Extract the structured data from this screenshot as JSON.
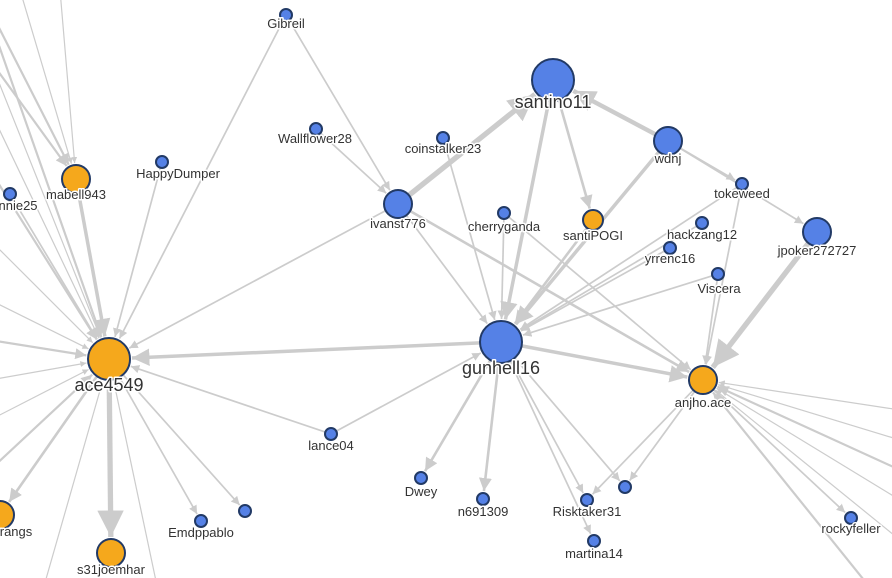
{
  "colors": {
    "blue": "#5581e6",
    "orange": "#f5a81c",
    "edge": "#cccccc",
    "stroke": "#223a66",
    "label": "#333333"
  },
  "nodes": [
    {
      "id": "gibreil",
      "label": "Gibreil",
      "group": "blue",
      "size": "small"
    },
    {
      "id": "wallflower28",
      "label": "Wallflower28",
      "group": "blue",
      "size": "small"
    },
    {
      "id": "coinstalker23",
      "label": "coinstalker23",
      "group": "blue",
      "size": "small"
    },
    {
      "id": "santino11",
      "label": "santino11",
      "group": "blue",
      "size": "large"
    },
    {
      "id": "wdnj",
      "label": "wdnj",
      "group": "blue",
      "size": "medium"
    },
    {
      "id": "tokeweed",
      "label": "tokeweed",
      "group": "blue",
      "size": "small"
    },
    {
      "id": "mabell943",
      "label": "mabell943",
      "group": "orange",
      "size": "medium"
    },
    {
      "id": "happydumper",
      "label": "HappyDumper",
      "group": "blue",
      "size": "small"
    },
    {
      "id": "nnie25",
      "label": "nnie25",
      "group": "blue",
      "size": "small"
    },
    {
      "id": "ivanst776",
      "label": "ivanst776",
      "group": "blue",
      "size": "medium"
    },
    {
      "id": "cherryganda",
      "label": "cherryganda",
      "group": "blue",
      "size": "small"
    },
    {
      "id": "santipogi",
      "label": "santiPOGI",
      "group": "orange",
      "size": "medium-small"
    },
    {
      "id": "hackzang12",
      "label": "hackzang12",
      "group": "blue",
      "size": "small"
    },
    {
      "id": "yrrenc16",
      "label": "yrrenc16",
      "group": "blue",
      "size": "small"
    },
    {
      "id": "jpoker272727",
      "label": "jpoker272727",
      "group": "blue",
      "size": "medium"
    },
    {
      "id": "viscera",
      "label": "Viscera",
      "group": "blue",
      "size": "small"
    },
    {
      "id": "ace4549",
      "label": "ace4549",
      "group": "orange",
      "size": "large"
    },
    {
      "id": "gunhell16",
      "label": "gunhell16",
      "group": "blue",
      "size": "large"
    },
    {
      "id": "anjhoace",
      "label": "anjho.ace",
      "group": "orange",
      "size": "medium"
    },
    {
      "id": "lance04",
      "label": "lance04",
      "group": "blue",
      "size": "small"
    },
    {
      "id": "dwey",
      "label": "Dwey",
      "group": "blue",
      "size": "small"
    },
    {
      "id": "n691309",
      "label": "n691309",
      "group": "blue",
      "size": "small"
    },
    {
      "id": "risktaker31",
      "label": "Risktaker31",
      "group": "blue",
      "size": "small"
    },
    {
      "id": "martina14",
      "label": "martina14",
      "group": "blue",
      "size": "small"
    },
    {
      "id": "rockyfeller",
      "label": "rockyfeller",
      "group": "blue",
      "size": "small"
    },
    {
      "id": "emdppablo",
      "label": "Emdppablo",
      "group": "blue",
      "size": "small"
    },
    {
      "id": "anon1",
      "label": "",
      "group": "blue",
      "size": "small"
    },
    {
      "id": "anon2",
      "label": "",
      "group": "blue",
      "size": "small"
    },
    {
      "id": "s31joemhar",
      "label": "s31joemhar",
      "group": "orange",
      "size": "medium"
    },
    {
      "id": "rangs",
      "label": "rangs",
      "group": "orange",
      "size": "medium"
    }
  ],
  "edges": [
    {
      "from": "santino11",
      "to": "gunhell16",
      "weight": 3
    },
    {
      "from": "ivanst776",
      "to": "santino11",
      "weight": 5
    },
    {
      "from": "wdnj",
      "to": "santino11",
      "weight": 4
    },
    {
      "from": "santino11",
      "to": "santipogi",
      "weight": 2
    },
    {
      "from": "wdnj",
      "to": "gunhell16",
      "weight": 3
    },
    {
      "from": "jpoker272727",
      "to": "anjhoace",
      "weight": 5
    },
    {
      "from": "gunhell16",
      "to": "ace4549",
      "weight": 3
    },
    {
      "from": "ivanst776",
      "to": "ace4549",
      "weight": 1
    },
    {
      "from": "ivanst776",
      "to": "gunhell16",
      "weight": 1
    },
    {
      "from": "ivanst776",
      "to": "anjhoace",
      "weight": 2
    },
    {
      "from": "gibreil",
      "to": "ivanst776",
      "weight": 1
    },
    {
      "from": "gibreil",
      "to": "ace4549",
      "weight": 1
    },
    {
      "from": "wallflower28",
      "to": "ivanst776",
      "weight": 1
    },
    {
      "from": "coinstalker23",
      "to": "gunhell16",
      "weight": 1
    },
    {
      "from": "cherryganda",
      "to": "gunhell16",
      "weight": 1
    },
    {
      "from": "santipogi",
      "to": "gunhell16",
      "weight": 2
    },
    {
      "from": "hackzang12",
      "to": "gunhell16",
      "weight": 1
    },
    {
      "from": "yrrenc16",
      "to": "gunhell16",
      "weight": 1
    },
    {
      "from": "tokeweed",
      "to": "gunhell16",
      "weight": 1
    },
    {
      "from": "viscera",
      "to": "anjhoace",
      "weight": 1
    },
    {
      "from": "viscera",
      "to": "gunhell16",
      "weight": 1
    },
    {
      "from": "wdnj",
      "to": "tokeweed",
      "weight": 1
    },
    {
      "from": "wdnj",
      "to": "jpoker272727",
      "weight": 1
    },
    {
      "from": "tokeweed",
      "to": "anjhoace",
      "weight": 1
    },
    {
      "from": "gunhell16",
      "to": "anjhoace",
      "weight": 3
    },
    {
      "from": "cherryganda",
      "to": "anjhoace",
      "weight": 1
    },
    {
      "from": "lance04",
      "to": "gunhell16",
      "weight": 1
    },
    {
      "from": "lance04",
      "to": "ace4549",
      "weight": 1
    },
    {
      "from": "gunhell16",
      "to": "dwey",
      "weight": 2
    },
    {
      "from": "gunhell16",
      "to": "n691309",
      "weight": 2
    },
    {
      "from": "gunhell16",
      "to": "risktaker31",
      "weight": 1
    },
    {
      "from": "gunhell16",
      "to": "martina14",
      "weight": 1
    },
    {
      "from": "gunhell16",
      "to": "anon2",
      "weight": 1
    },
    {
      "from": "anjhoace",
      "to": "risktaker31",
      "weight": 1
    },
    {
      "from": "anjhoace",
      "to": "anon2",
      "weight": 1
    },
    {
      "from": "anjhoace",
      "to": "rockyfeller",
      "weight": 1
    },
    {
      "from": "mabell943",
      "to": "ace4549",
      "weight": 3
    },
    {
      "from": "happydumper",
      "to": "ace4549",
      "weight": 1
    },
    {
      "from": "nnie25",
      "to": "ace4549",
      "weight": 1
    },
    {
      "from": "ace4549",
      "to": "s31joemhar",
      "weight": 5
    },
    {
      "from": "ace4549",
      "to": "emdppablo",
      "weight": 1
    },
    {
      "from": "ace4549",
      "to": "anon1",
      "weight": 1
    },
    {
      "from": "ace4549",
      "to": "rangs",
      "weight": 2
    }
  ]
}
